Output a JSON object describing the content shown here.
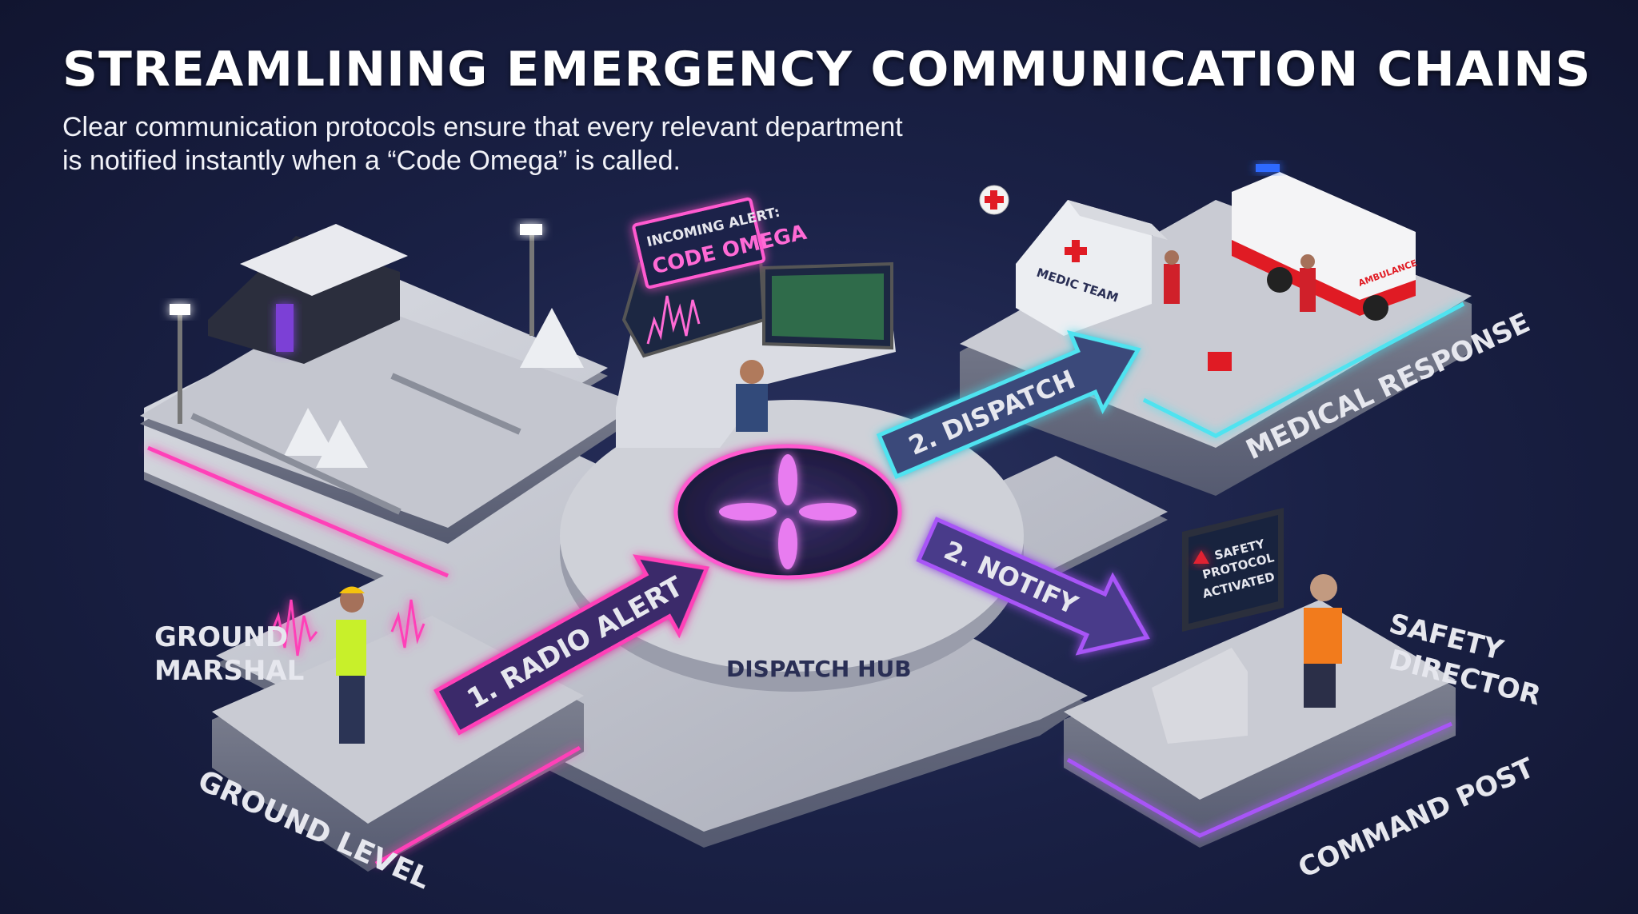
{
  "header": {
    "title": "STREAMLINING EMERGENCY COMMUNICATION CHAINS",
    "subtitle_line1": "Clear communication protocols ensure that every relevant department",
    "subtitle_line2": "is notified instantly when a “Code Omega” is called."
  },
  "scene": {
    "alert_bubble": {
      "line1": "INCOMING ALERT:",
      "line2": "CODE OMEGA"
    },
    "hub_label": "DISPATCH HUB",
    "arrows": [
      {
        "label": "1. RADIO ALERT",
        "color": "#ff3fb8"
      },
      {
        "label": "2. DISPATCH",
        "color": "#4fe3f0"
      },
      {
        "label": "2. NOTIFY",
        "color": "#a855f7"
      }
    ],
    "zones": {
      "ground_level": "GROUND LEVEL",
      "ground_marshal_line1": "GROUND",
      "ground_marshal_line2": "MARSHAL",
      "medical_response": "MEDICAL RESPONSE",
      "medic_team": "MEDIC TEAM",
      "ambulance": "AMBULANCE",
      "command_post": "COMMAND POST",
      "safety_director_line1": "SAFETY",
      "safety_director_line2": "DIRECTOR",
      "screen_line1": "SAFETY",
      "screen_line2": "PROTOCOL",
      "screen_line3": "ACTIVATED"
    }
  },
  "colors": {
    "background": "#1a2146",
    "pink": "#ff3fb8",
    "cyan": "#4fe3f0",
    "purple": "#a855f7",
    "platform": "#c9cbd3"
  }
}
